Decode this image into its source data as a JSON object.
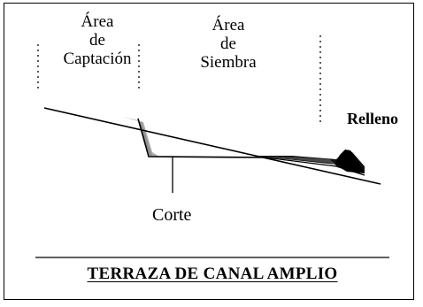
{
  "zones": {
    "catchment": {
      "line1": "Área",
      "line2": "de",
      "line3": "Captación"
    },
    "seeding": {
      "line1": "Área",
      "line2": "de",
      "line3": "Siembra"
    }
  },
  "labels": {
    "fill": "Relleno",
    "cut": "Corte"
  },
  "title": "TERRAZA DE CANAL AMPLIO"
}
